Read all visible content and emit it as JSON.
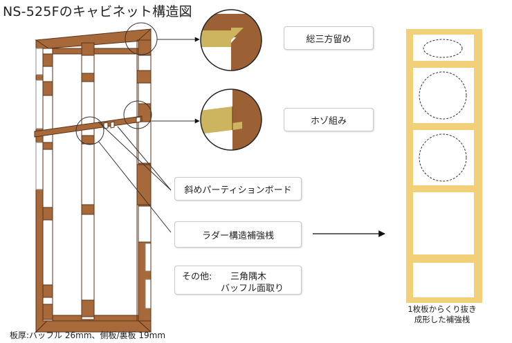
{
  "title": "NS-525Fのキャビネット構造図",
  "labels": {
    "miter": "総三方留め",
    "mortise": "ホゾ組み",
    "partition": "斜めパーティションボード",
    "ladder": "ラダー構造補強桟"
  },
  "other": {
    "key": "その他:",
    "item1": "三角隅木",
    "item2": "バッフル面取り"
  },
  "footnote": "板厚:バッフル 26mm、側板/裏板 19mm",
  "caption": {
    "line1": "1枚板からくり抜き",
    "line2": "成形した補強桟"
  },
  "colors": {
    "wood": "#a8693a",
    "wood_edge": "#5a3216",
    "ladder": "#f2d079",
    "joint_light": "#cdb45e",
    "joint_dark": "#9b6135"
  }
}
